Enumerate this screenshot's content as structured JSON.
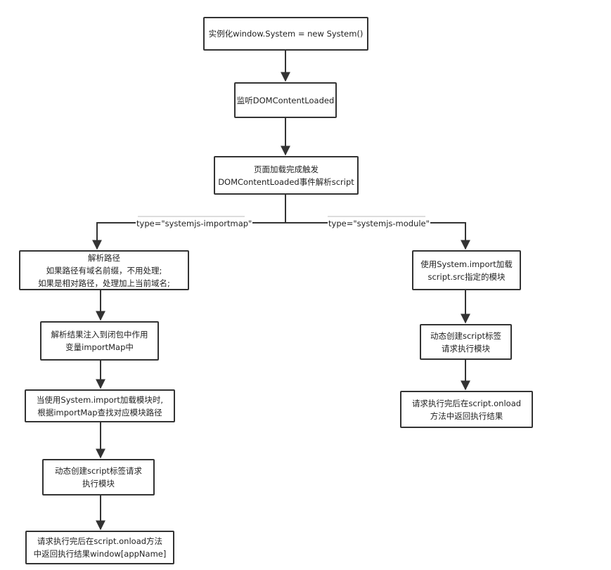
{
  "nodes": {
    "n1": {
      "lines": [
        "实例化window.System = new System()"
      ]
    },
    "n2": {
      "lines": [
        "监听DOMContentLoaded"
      ]
    },
    "n3": {
      "lines": [
        "页面加载完成触发",
        "DOMContentLoaded事件解析script"
      ]
    },
    "l1": {
      "lines": [
        "解析路径",
        "如果路径有域名前缀，不用处理;",
        "如果是相对路径，处理加上当前域名;"
      ]
    },
    "l2": {
      "lines": [
        "解析结果注入到闭包中作用",
        "变量importMap中"
      ]
    },
    "l3": {
      "lines": [
        "当使用System.import加载模块时,",
        "根据importMap查找对应模块路径"
      ]
    },
    "l4": {
      "lines": [
        "动态创建script标签请求",
        "执行模块"
      ]
    },
    "l5": {
      "lines": [
        "请求执行完后在script.onload方法",
        "中返回执行结果window[appName]"
      ]
    },
    "r1": {
      "lines": [
        "使用System.import加载",
        "script.src指定的模块"
      ]
    },
    "r2": {
      "lines": [
        "动态创建script标签",
        "请求执行模块"
      ]
    },
    "r3": {
      "lines": [
        "请求执行完后在script.onload",
        "方法中返回执行结果"
      ]
    }
  },
  "edge_labels": {
    "left_branch": "type=\"systemjs-importmap\"",
    "right_branch": "type=\"systemjs-module\""
  }
}
